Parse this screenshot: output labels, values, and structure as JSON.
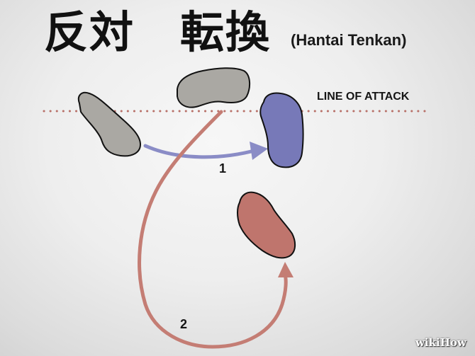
{
  "title": {
    "kanji": "反対　転換",
    "romaji": "(Hantai Tenkan)"
  },
  "line_label": "LINE OF ATTACK",
  "steps": [
    {
      "label": "1",
      "color": "#8a8cc6"
    },
    {
      "label": "2",
      "color": "#c47d74"
    }
  ],
  "colors": {
    "foot_gray": "#aaa8a3",
    "foot_blue": "#7779b8",
    "foot_red": "#bf756d",
    "dotted_line": "#b87068"
  },
  "watermark": "wikiHow"
}
